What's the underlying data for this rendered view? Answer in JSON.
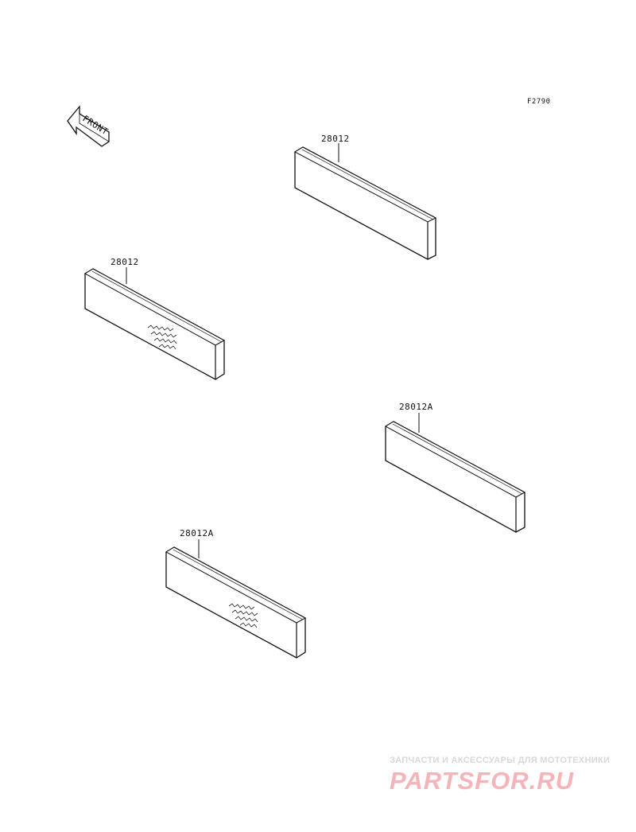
{
  "diagram": {
    "figure_ref": "F2790",
    "front_arrow_text": "FRONT",
    "parts": [
      {
        "label": "28012",
        "emblem": false
      },
      {
        "label": "28012",
        "emblem": true
      },
      {
        "label": "28012A",
        "emblem": false
      },
      {
        "label": "28012A",
        "emblem": true
      }
    ]
  },
  "watermark": {
    "tagline": "ЗАПЧАСТИ И АКСЕССУАРЫ ДЛЯ МОТОТЕХНИКИ",
    "brand": "PARTSFOR.RU",
    "brand_color": "#e85a66"
  }
}
